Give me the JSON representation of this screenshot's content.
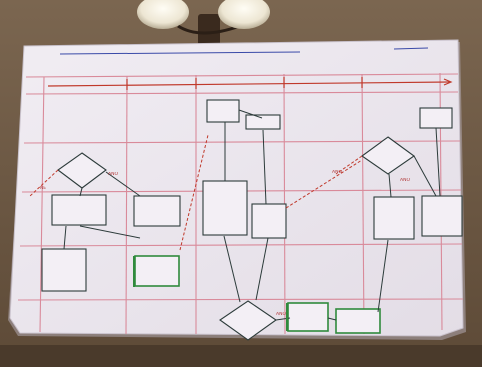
{
  "chart": {
    "header_title": "",
    "top_right_tag": "",
    "column_headers": [],
    "phases": [
      "",
      "",
      "",
      "",
      ""
    ],
    "lane_labels": [
      "",
      "",
      "",
      ""
    ]
  },
  "boxes": {
    "b1": "",
    "b2": "",
    "b3": "",
    "b4": "",
    "b5": "",
    "b6": "",
    "b7": "",
    "b8": "",
    "b9": "",
    "b10": "",
    "b11": "",
    "b12": "",
    "b13": "",
    "b14": ""
  },
  "decisions": {
    "d1": "",
    "d2": "",
    "d3": ""
  },
  "connector_labels": [
    "NE",
    "ANO",
    "ANO",
    "ANO",
    "ANO"
  ],
  "colors": {
    "wall": "#6e5a44",
    "paper": "#ece7ef",
    "grid_line": "#d98a9a",
    "ink": "#2c3b3a",
    "green_marker": "#2f8a3c",
    "red_marker": "#c0392b",
    "blue_marker": "#3a4aa8"
  }
}
